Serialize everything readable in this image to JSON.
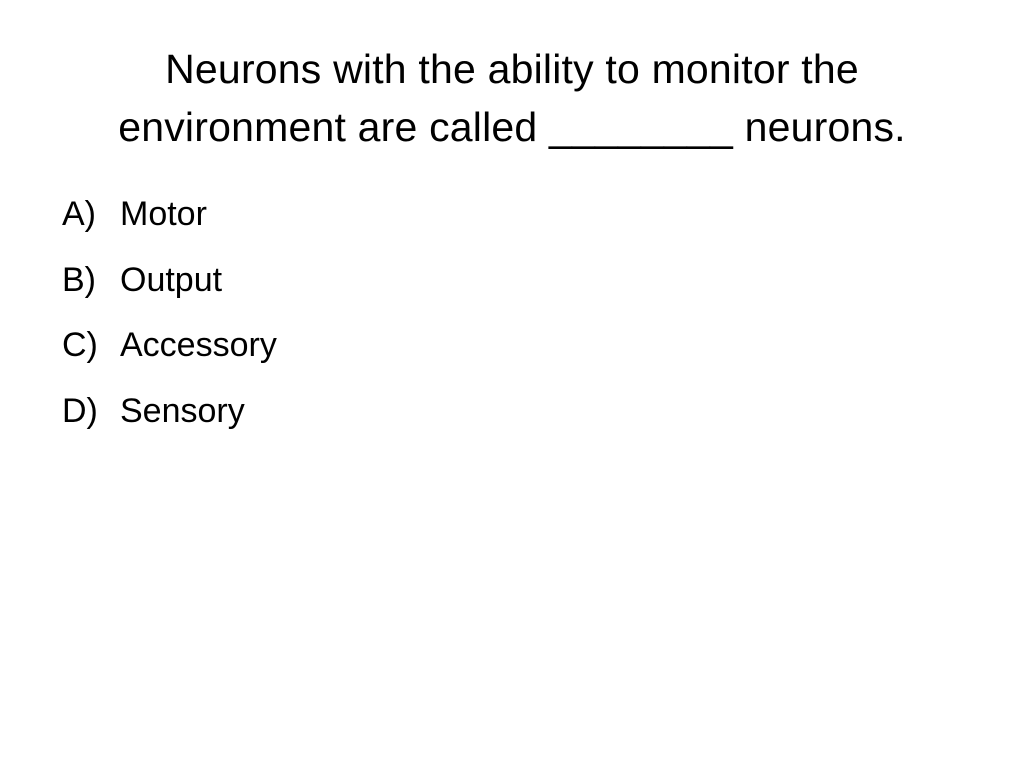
{
  "slide": {
    "question": {
      "line1": "Neurons with the ability to monitor the",
      "line2": "environment are called ________ neurons."
    },
    "answers": [
      {
        "letter": "A)",
        "text": "Motor"
      },
      {
        "letter": "B)",
        "text": "Output"
      },
      {
        "letter": "C)",
        "text": "Accessory"
      },
      {
        "letter": "D)",
        "text": "Sensory"
      }
    ]
  }
}
